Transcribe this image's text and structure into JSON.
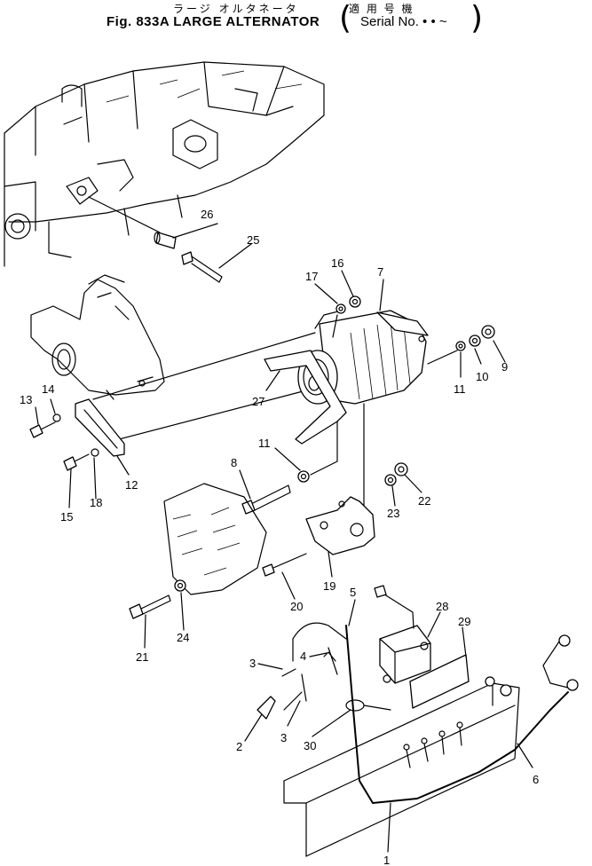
{
  "header": {
    "title_jp": "ラージ オルタネータ",
    "title_en": "Fig. 833A LARGE ALTERNATOR",
    "applicability_jp": "適 用 号 機",
    "serial": "Serial No. • • ~"
  },
  "callouts": {
    "c1": "1",
    "c2": "2",
    "c3a": "3",
    "c3b": "3",
    "c4": "4",
    "c5": "5",
    "c6": "6",
    "c7": "7",
    "c8": "8",
    "c9": "9",
    "c10": "10",
    "c11a": "11",
    "c11b": "11",
    "c12": "12",
    "c13": "13",
    "c14": "14",
    "c15": "15",
    "c16": "16",
    "c17": "17",
    "c18": "18",
    "c19": "19",
    "c20": "20",
    "c21": "21",
    "c22": "22",
    "c23": "23",
    "c24": "24",
    "c25": "25",
    "c26": "26",
    "c27": "27",
    "c28": "28",
    "c29": "29",
    "c30": "30"
  }
}
